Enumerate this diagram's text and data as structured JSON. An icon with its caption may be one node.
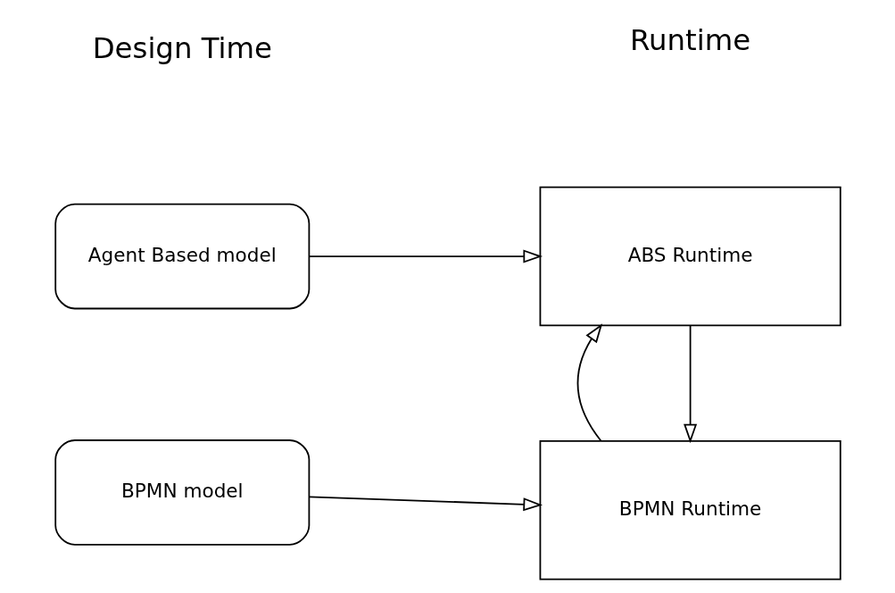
{
  "diagram": {
    "nodes": [
      {
        "text": [
          "Agent Based model"
        ]
      },
      {
        "text": [
          "ABS Runtime"
        ]
      },
      {
        "text": [
          "BPMN model"
        ]
      },
      {
        "text": [
          "BPMN Runtime"
        ]
      }
    ],
    "edges": [
      {
        "from": 0,
        "to": 1,
        "arrow": "to"
      },
      {
        "from": 2,
        "to": 3,
        "arrow": "to"
      },
      {
        "from": 1,
        "to": 3,
        "arrow": "to"
      },
      {
        "from": 3,
        "to": 1,
        "arrow": "to"
      }
    ],
    "labels": [
      "Design Time",
      "Runtime"
    ]
  }
}
